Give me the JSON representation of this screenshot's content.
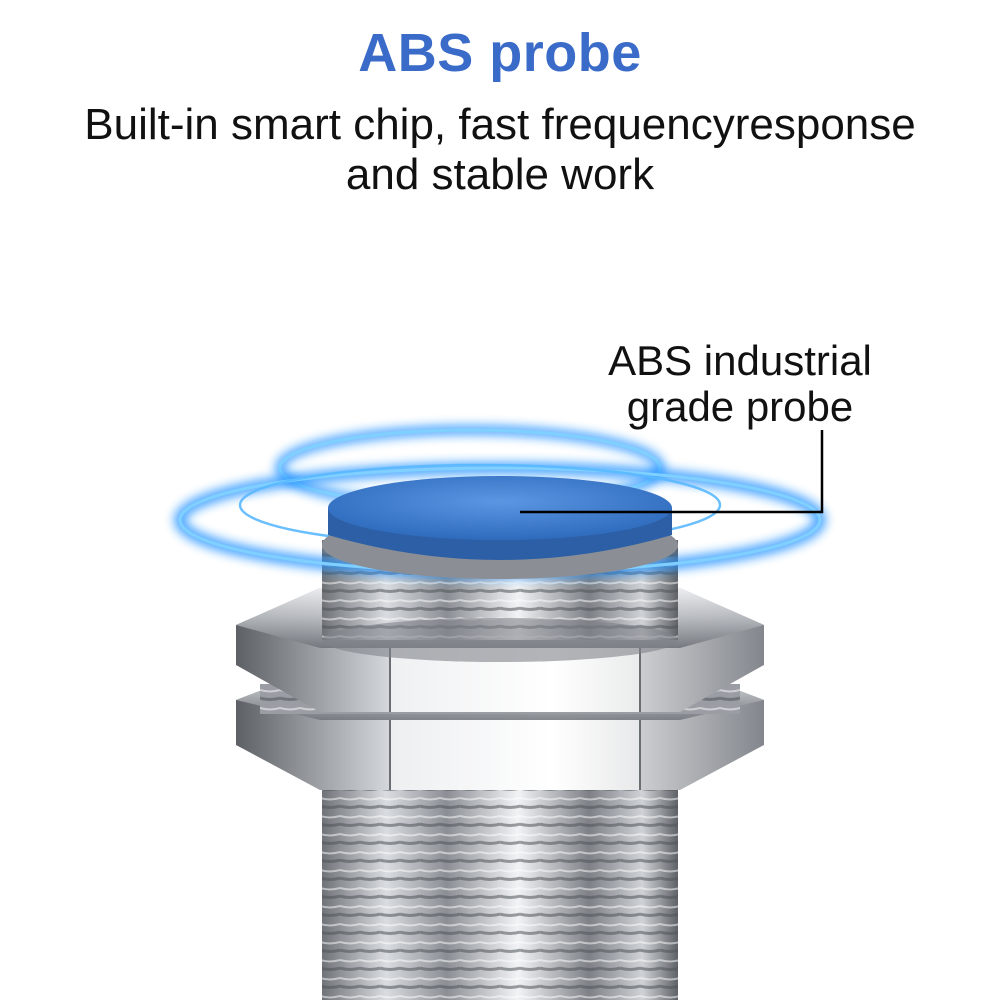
{
  "header": {
    "title": "ABS probe",
    "subtitle_line1": "Built-in smart chip, fast frequencyresponse",
    "subtitle_line2": "and stable work"
  },
  "callout": {
    "line1": "ABS industrial",
    "line2": "grade probe"
  },
  "colors": {
    "title": "#3a6bc9",
    "probe_cap": "#3f7fd0",
    "glow": "#2fa8ff",
    "metal": "#c9ccd1"
  }
}
